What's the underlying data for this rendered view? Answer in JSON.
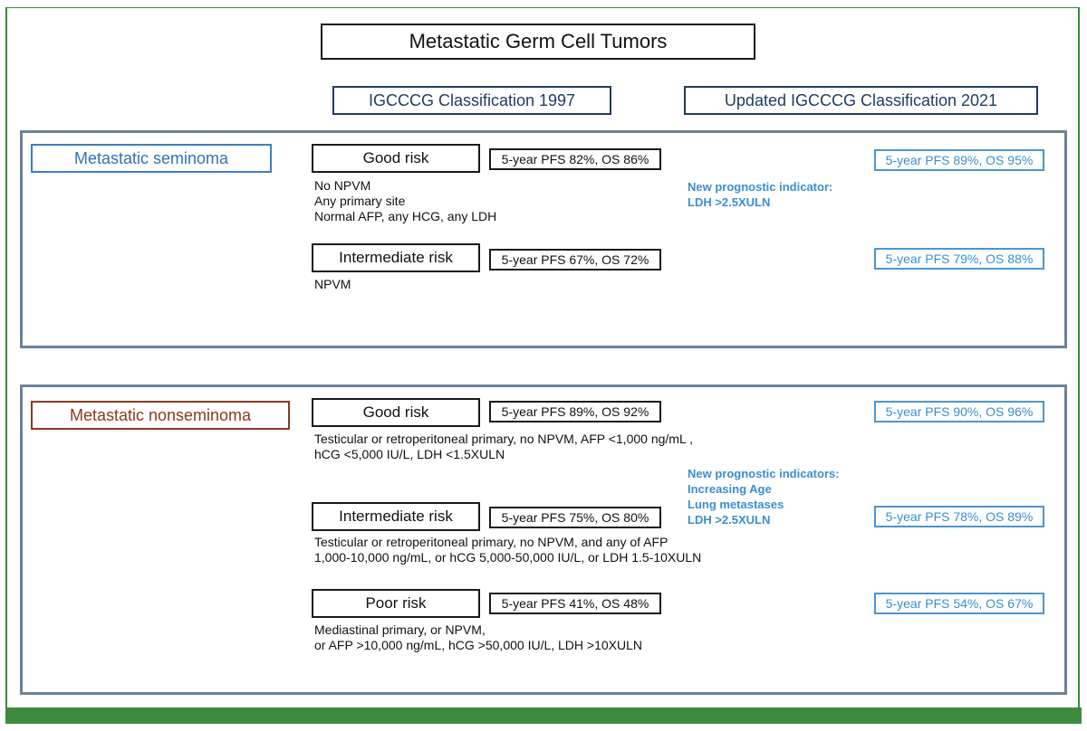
{
  "title": "Metastatic Germ Cell Tumors",
  "columns": {
    "classification_1997": "IGCCCG Classification 1997",
    "classification_2021": "Updated IGCCCG Classification 2021"
  },
  "seminoma": {
    "label": "Metastatic seminoma",
    "good": {
      "risk": "Good risk",
      "outcome_1997": "5-year PFS 82%, OS 86%",
      "criteria": [
        "No NPVM",
        "Any primary site",
        "Normal AFP, any HCG, any LDH"
      ],
      "outcome_2021": "5-year PFS 89%, OS 95%"
    },
    "intermediate": {
      "risk": "Intermediate risk",
      "outcome_1997": "5-year PFS 67%, OS 72%",
      "criteria": [
        "NPVM"
      ],
      "outcome_2021": "5-year PFS 79%, OS 88%"
    },
    "indicator": [
      "New prognostic indicator:",
      "LDH >2.5XULN"
    ]
  },
  "nonseminoma": {
    "label": "Metastatic nonseminoma",
    "good": {
      "risk": "Good risk",
      "outcome_1997": "5-year PFS 89%, OS 92%",
      "criteria": [
        "Testicular or retroperitoneal primary, no NPVM, AFP <1,000 ng/mL ,",
        "hCG <5,000 IU/L, LDH <1.5XULN"
      ],
      "outcome_2021": "5-year PFS 90%, OS 96%"
    },
    "intermediate": {
      "risk": "Intermediate risk",
      "outcome_1997": "5-year PFS 75%, OS 80%",
      "criteria": [
        "Testicular or retroperitoneal primary, no NPVM, and any of AFP",
        "1,000-10,000 ng/mL, or hCG 5,000-50,000 IU/L, or LDH 1.5-10XULN"
      ],
      "outcome_2021": "5-year PFS 78%, OS 89%"
    },
    "poor": {
      "risk": "Poor risk",
      "outcome_1997": "5-year PFS 41%, OS 48%",
      "criteria": [
        "Mediastinal primary, or NPVM,",
        "or AFP >10,000 ng/mL, hCG >50,000 IU/L, LDH >10XULN"
      ],
      "outcome_2021": "5-year PFS 54%, OS 67%"
    },
    "indicators": [
      "New prognostic indicators:",
      "Increasing Age",
      "Lung metastases",
      "LDH >2.5XULN"
    ]
  },
  "colors": {
    "frame": "#3a8a3a",
    "section_border": "#6c8299",
    "header_navy": "#1f3d63",
    "seminoma_blue": "#2f73b8",
    "nonseminoma_brown": "#8b3a1e",
    "new_indicator_blue": "#3b8fcd"
  }
}
